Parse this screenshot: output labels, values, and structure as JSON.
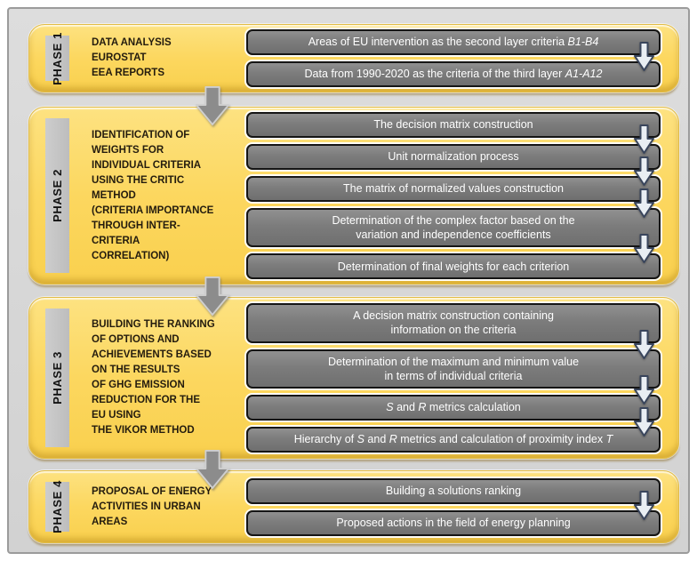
{
  "colors": {
    "phase_fill": "#FBD55C",
    "phase_border": "#E2BC45",
    "strip_fill": "#C3C3C3",
    "panel_bg": "#D6D6D6",
    "step_fill": "#7C7C7C",
    "step_border": "#151515",
    "step_text": "#FFFFFF",
    "big_arrow_fill": "#8C8C8C",
    "small_arrow_fill": "#E9EEF3",
    "small_arrow_border": "#39455C"
  },
  "phases": [
    {
      "label": "PHASE 1",
      "description": "DATA ANALYSIS\nEUROSTAT\nEEA REPORTS",
      "steps": [
        {
          "segments": [
            {
              "text": "Areas of EU intervention as the second layer criteria "
            },
            {
              "text": "B1-B4",
              "italic": true
            }
          ]
        },
        {
          "segments": [
            {
              "text": "Data from 1990-2020 as the criteria of the third layer "
            },
            {
              "text": "A1-A12",
              "italic": true
            }
          ]
        }
      ]
    },
    {
      "label": "PHASE 2",
      "description": "IDENTIFICATION OF\nWEIGHTS FOR\nINDIVIDUAL CRITERIA\nUSING THE CRITIC\nMETHOD\n(CRITERIA IMPORTANCE\nTHROUGH INTER-\nCRITERIA\nCORRELATION)",
      "steps": [
        {
          "segments": [
            {
              "text": "The decision matrix construction"
            }
          ]
        },
        {
          "segments": [
            {
              "text": "Unit normalization process"
            }
          ]
        },
        {
          "segments": [
            {
              "text": "The matrix of normalized values construction"
            }
          ]
        },
        {
          "segments": [
            {
              "text": "Determination of the complex factor based on the\nvariation and independence coefficients"
            }
          ]
        },
        {
          "segments": [
            {
              "text": "Determination of final weights for each criterion"
            }
          ]
        }
      ]
    },
    {
      "label": "PHASE 3",
      "description": "BUILDING THE RANKING\nOF OPTIONS AND\nACHIEVEMENTS BASED\nON THE RESULTS\nOF GHG EMISSION\nREDUCTION FOR THE\nEU USING\nTHE VIKOR METHOD",
      "steps": [
        {
          "segments": [
            {
              "text": "A decision matrix construction containing\ninformation on the criteria"
            }
          ]
        },
        {
          "segments": [
            {
              "text": "Determination of the maximum and minimum value\nin terms of individual criteria"
            }
          ]
        },
        {
          "segments": [
            {
              "text": "S",
              "italic": true
            },
            {
              "text": " and "
            },
            {
              "text": "R",
              "italic": true
            },
            {
              "text": " metrics calculation"
            }
          ]
        },
        {
          "segments": [
            {
              "text": "Hierarchy of "
            },
            {
              "text": "S",
              "italic": true
            },
            {
              "text": " and "
            },
            {
              "text": "R",
              "italic": true
            },
            {
              "text": " metrics and calculation of proximity index "
            },
            {
              "text": "T",
              "italic": true
            }
          ]
        }
      ]
    },
    {
      "label": "PHASE 4",
      "description": "PROPOSAL OF ENERGY\nACTIVITIES IN URBAN\nAREAS",
      "steps": [
        {
          "segments": [
            {
              "text": "Building a solutions ranking"
            }
          ]
        },
        {
          "segments": [
            {
              "text": "Proposed actions in the field of energy planning"
            }
          ]
        }
      ]
    }
  ]
}
